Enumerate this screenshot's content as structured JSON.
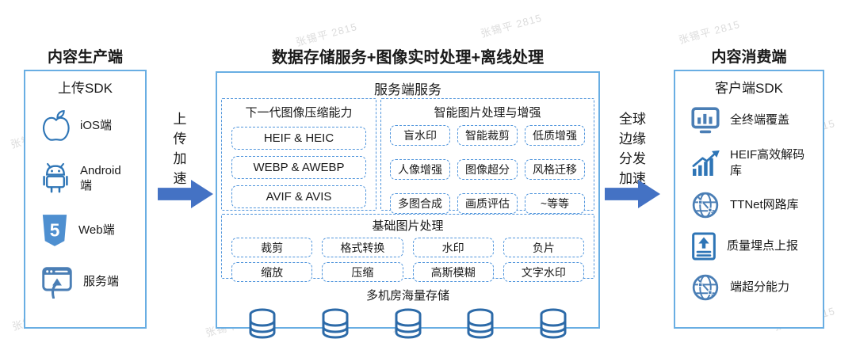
{
  "watermark": {
    "text": "张锡平 2815"
  },
  "colors": {
    "panel_border_blue": "#69AEE3",
    "dashed_blue": "#5095DC",
    "arrow_blue": "#4472C4",
    "icon_dark_blue": "#2E75B6",
    "icon_mid_blue": "#4A7EB5"
  },
  "left_panel": {
    "title": "内容生产端",
    "box_title": "上传SDK",
    "items": [
      {
        "icon": "apple-icon",
        "label": "iOS端"
      },
      {
        "icon": "android-icon",
        "label": "Android端"
      },
      {
        "icon": "html5-icon",
        "label": "Web端"
      },
      {
        "icon": "server-window-icon",
        "label": "服务端"
      }
    ]
  },
  "upload_arrow": {
    "lines": [
      "上",
      "传",
      "加",
      "速"
    ]
  },
  "center_panel": {
    "title": "数据存储服务+图像实时处理+离线处理",
    "box_title": "服务端服务",
    "compression": {
      "title": "下一代图像压缩能力",
      "items": [
        "HEIF & HEIC",
        "WEBP & AWEBP",
        "AVIF & AVIS"
      ]
    },
    "smart": {
      "title": "智能图片处理与增强",
      "items": [
        "盲水印",
        "智能裁剪",
        "低质增强",
        "人像增强",
        "图像超分",
        "风格迁移",
        "多图合成",
        "画质评估",
        "~等等"
      ]
    },
    "basic": {
      "title": "基础图片处理",
      "items": [
        "裁剪",
        "格式转换",
        "水印",
        "负片",
        "缩放",
        "压缩",
        "高斯模糊",
        "文字水印"
      ]
    },
    "storage": {
      "title": "多机房海量存储",
      "db_count": 5
    }
  },
  "distribute_arrow": {
    "lines": [
      "全球",
      "边缘",
      "分发",
      "加速"
    ]
  },
  "right_panel": {
    "title": "内容消费端",
    "box_title": "客户端SDK",
    "items": [
      {
        "icon": "monitor-chart-icon",
        "label": "全终端覆盖"
      },
      {
        "icon": "growth-chart-icon",
        "label": "HEIF高效解码库"
      },
      {
        "icon": "globe-network-icon",
        "label": "TTNet网路库"
      },
      {
        "icon": "report-upload-icon",
        "label": "质量埋点上报"
      },
      {
        "icon": "globe-network-icon",
        "label": "端超分能力"
      }
    ]
  }
}
